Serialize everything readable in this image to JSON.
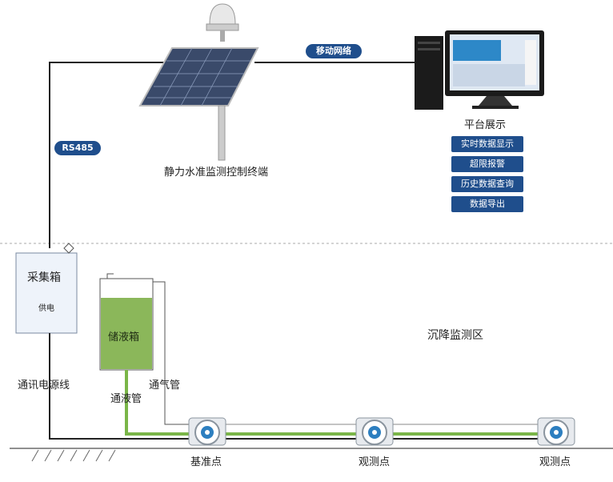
{
  "top": {
    "network_label": "移动网络",
    "rs485_label": "RS485",
    "terminal_label": "静力水准监测控制终端",
    "platform": {
      "title": "平台展示",
      "features": [
        "实时数据显示",
        "超限报警",
        "历史数据查询",
        "数据导出"
      ]
    }
  },
  "bottom": {
    "collector": {
      "title": "采集箱",
      "sub": "供电"
    },
    "tank": {
      "title": "储液箱"
    },
    "cable_label": "通讯电源线",
    "vent_label": "通气管",
    "liquid_label": "通液管",
    "zone_label": "沉降监测区",
    "points": [
      "基准点",
      "观测点",
      "观测点"
    ]
  },
  "colors": {
    "accent": "#1f4e8c",
    "liquid": "#7ab648",
    "tank_fill": "#8bb75a",
    "line": "#222222"
  }
}
